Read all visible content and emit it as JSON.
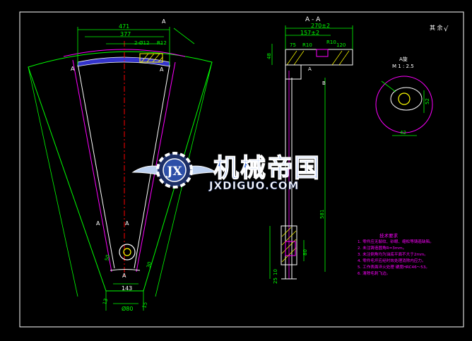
{
  "drawing": {
    "section_title": "A - A",
    "detail_title": "A旋",
    "detail_scale": "M 1 : 2.5",
    "roughness_mark": "其 余",
    "section_arrow_left": "A",
    "section_arrow_right": "B",
    "labels": {
      "a_top": "A",
      "a_left_top": "A",
      "a_right_top": "A",
      "a_bottom_left": "A",
      "a_bottom_center": "A",
      "a_bottom_arrow": "A"
    }
  },
  "dimensions": {
    "top_width": "471",
    "inner_width": "377",
    "slot_r": "R12",
    "slot_w": "2-Ø12",
    "bottom_width": "143",
    "bottom_dim": "Ø80",
    "angle_left": "13",
    "angle_right": "15",
    "side_30": "30",
    "height_50": "50",
    "sec_top": "270±2",
    "sec_mid": "157±2",
    "sec_r10": "R10",
    "sec_r10b": "R10",
    "sec_75": "75",
    "sec_120": "120",
    "sec_48": "48",
    "sec_long": "581",
    "sec_80": "80",
    "sec_10": "10",
    "sec_25": "25",
    "det_42": "42",
    "det_52": "52"
  },
  "watermark": {
    "title": "机械帝国",
    "url": "JXDIGUO.COM",
    "logo_letters": "JX"
  },
  "notes": {
    "heading": "技术要求",
    "items": [
      "1. 零件应无裂纹、砂眼、缩松等铸造缺陷。",
      "2. 未注铸造圆角R=3mm。",
      "3. 未注倒角均为油底平面不大于2mm。",
      "4. 零件毛坏应经时效处理消除内应力。",
      "5. 工作表面淬火处理 硬度HRC46～53。",
      "6. 清除毛刺飞边。"
    ]
  },
  "colors": {
    "frame": "#ffffff",
    "outline_green": "#00ff00",
    "part_white": "#ffffff",
    "magenta": "#ff00ff",
    "red_center": "#ff0000",
    "yellow_hatch": "#ffff00",
    "blue_fill": "#3333cc",
    "dim_cyan": "#00ffff",
    "watermark_blue": "#3b6fe0"
  }
}
